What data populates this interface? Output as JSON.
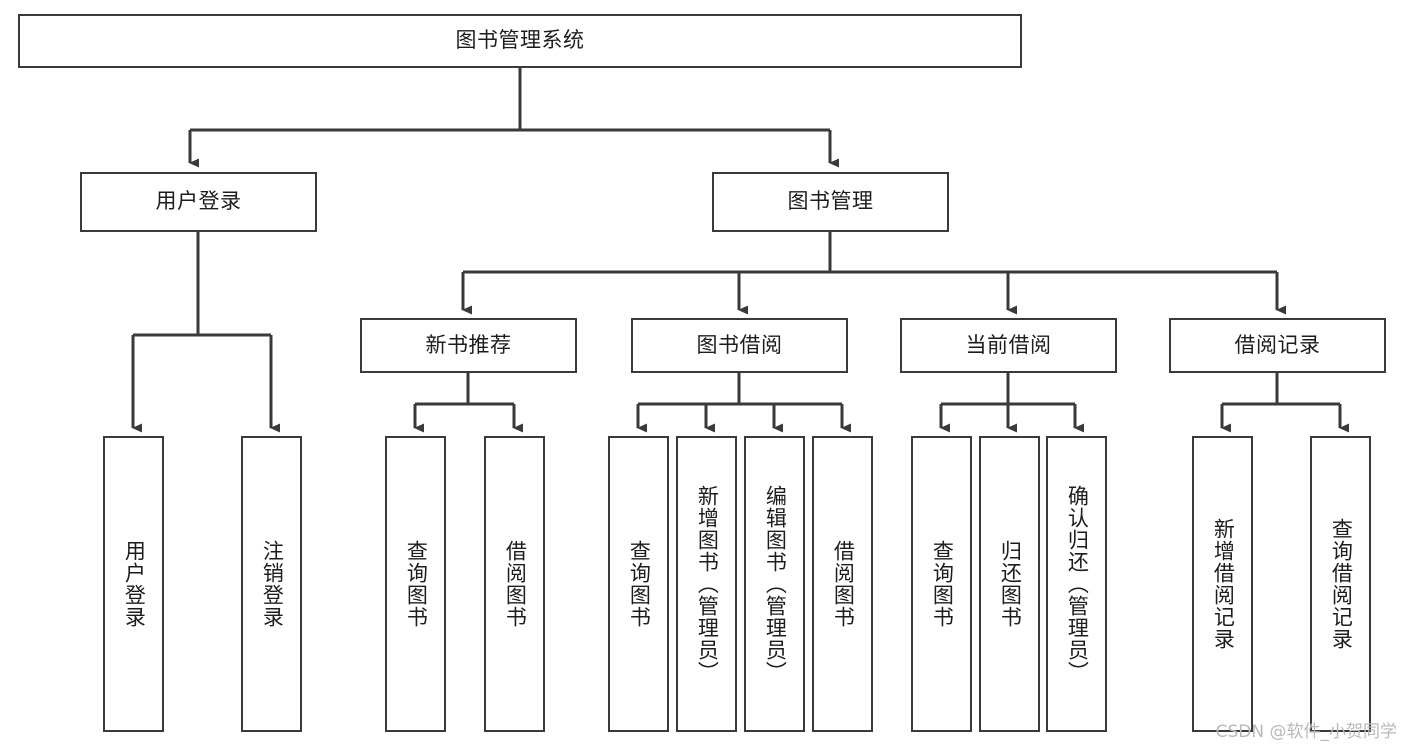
{
  "diagram": {
    "title": "图书管理系统",
    "type": "tree-hierarchy-diagram",
    "watermark": "CSDN @软件_小贺同学",
    "colors": {
      "background": "#ffffff",
      "node_border": "#3a3a3a",
      "node_fill": "#ffffff",
      "edge": "#3a3a3a",
      "text": "#1d1d1d",
      "watermark": "#b9b9b9"
    },
    "nodes": {
      "root": {
        "label": "图书管理系统"
      },
      "level2": [
        {
          "id": "user-login",
          "label": "用户登录"
        },
        {
          "id": "book-manage",
          "label": "图书管理"
        }
      ],
      "level3": [
        {
          "id": "new-book-rec",
          "label": "新书推荐"
        },
        {
          "id": "book-borrow",
          "label": "图书借阅"
        },
        {
          "id": "current-borrow",
          "label": "当前借阅"
        },
        {
          "id": "borrow-record",
          "label": "借阅记录"
        }
      ],
      "leaves": [
        {
          "id": "leaf-user-login",
          "label": "用户登录",
          "parent": "user-login"
        },
        {
          "id": "leaf-logout-login",
          "label": "注销登录",
          "parent": "user-login"
        },
        {
          "id": "leaf-query-book-1",
          "label": "查询图书",
          "parent": "new-book-rec"
        },
        {
          "id": "leaf-borrow-book-1",
          "label": "借阅图书",
          "parent": "new-book-rec"
        },
        {
          "id": "leaf-query-book-2",
          "label": "查询图书",
          "parent": "book-borrow"
        },
        {
          "id": "leaf-add-book",
          "label": "新增图书（管理员）",
          "parent": "book-borrow"
        },
        {
          "id": "leaf-edit-book",
          "label": "编辑图书（管理员）",
          "parent": "book-borrow"
        },
        {
          "id": "leaf-borrow-book-2",
          "label": "借阅图书",
          "parent": "book-borrow"
        },
        {
          "id": "leaf-query-book-3",
          "label": "查询图书",
          "parent": "current-borrow"
        },
        {
          "id": "leaf-return-book",
          "label": "归还图书",
          "parent": "current-borrow"
        },
        {
          "id": "leaf-confirm-return",
          "label": "确认归还（管理员）",
          "parent": "current-borrow"
        },
        {
          "id": "leaf-add-record",
          "label": "新增借阅记录",
          "parent": "borrow-record"
        },
        {
          "id": "leaf-query-record",
          "label": "查询借阅记录",
          "parent": "borrow-record"
        }
      ]
    }
  }
}
